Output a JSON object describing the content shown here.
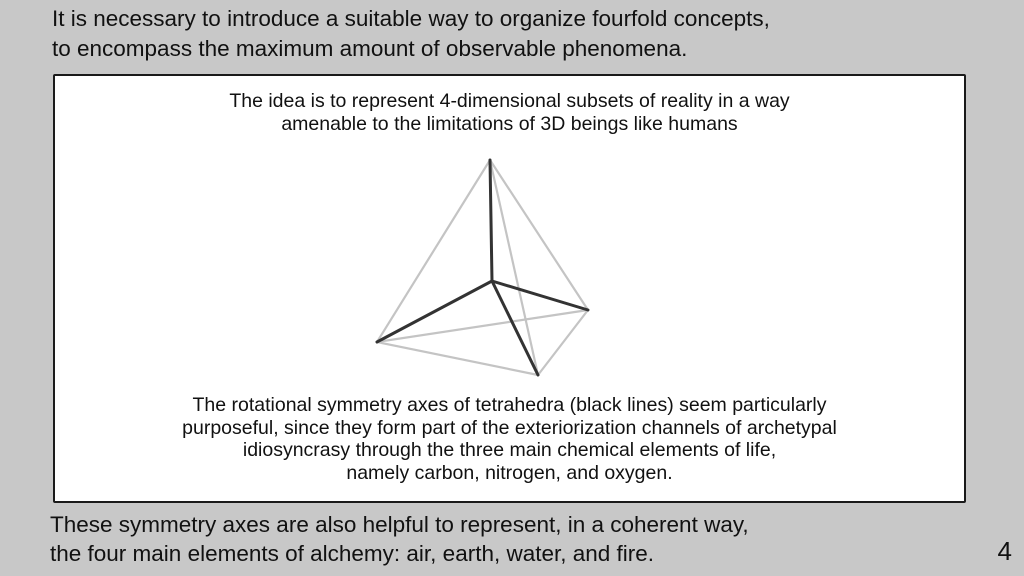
{
  "heading": {
    "lines": [
      "It is necessary to introduce a suitable way to organize fourfold concepts,",
      "to encompass the maximum amount of observable phenomena."
    ]
  },
  "panel": {
    "intro_lines": [
      "The idea is to represent  4-dimensional subsets of reality in a way",
      "amenable to the limitations of 3D beings like humans"
    ],
    "figure": {
      "edge_color": "#c4c4c4",
      "axis_color": "#333333"
    },
    "caption_lines": [
      "The rotational symmetry axes of tetrahedra (black lines) seem particularly",
      "purposeful, since they form part of the exteriorization channels of archetypal",
      "idiosyncrasy through the three main chemical elements of life,",
      "namely carbon, nitrogen, and oxygen."
    ]
  },
  "footer": {
    "lines": [
      "These symmetry axes are also helpful to represent, in a coherent way,",
      "the four main elements of alchemy: air, earth, water, and fire."
    ]
  },
  "page_number": "4"
}
